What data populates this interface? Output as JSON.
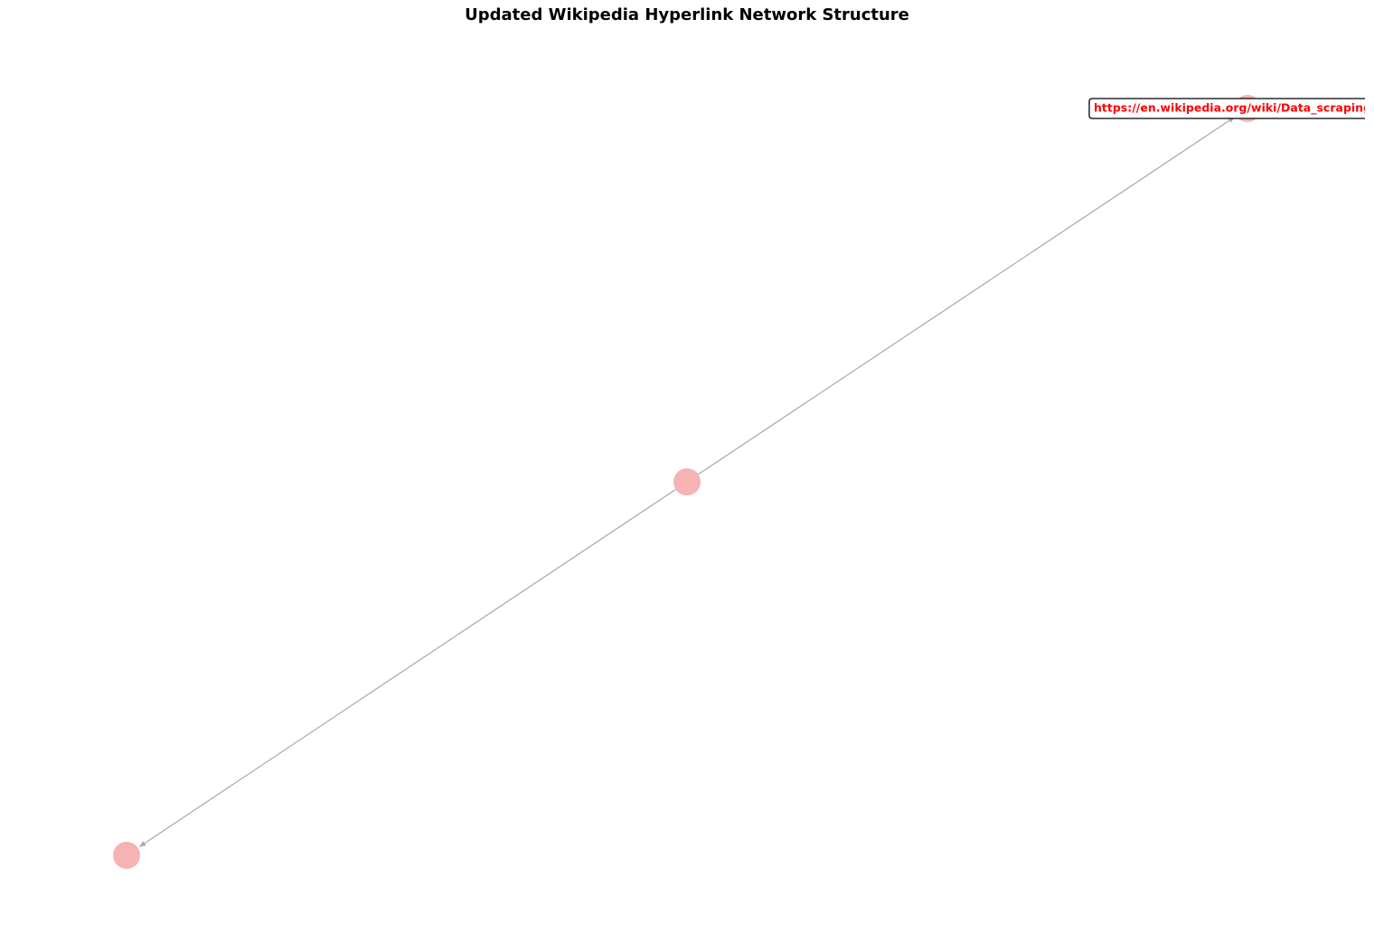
{
  "title": "Updated Wikipedia Hyperlink Network Structure",
  "colors": {
    "node_fill": "#f08080",
    "node_alpha": 0.6,
    "edge": "#a9a9a9",
    "label_text": "#ff0000",
    "label_border": "#000000",
    "label_background": "#ffffff"
  },
  "graph": {
    "directed": true,
    "nodes": [
      {
        "id": "center",
        "label": ""
      },
      {
        "id": "top-right",
        "label": "https://en.wikipedia.org/wiki/Data_scraping"
      },
      {
        "id": "bottom-left",
        "label": ""
      }
    ],
    "edges": [
      {
        "source": "center",
        "target": "top-right"
      },
      {
        "source": "center",
        "target": "bottom-left"
      }
    ],
    "highlighted_node": "top-right"
  }
}
